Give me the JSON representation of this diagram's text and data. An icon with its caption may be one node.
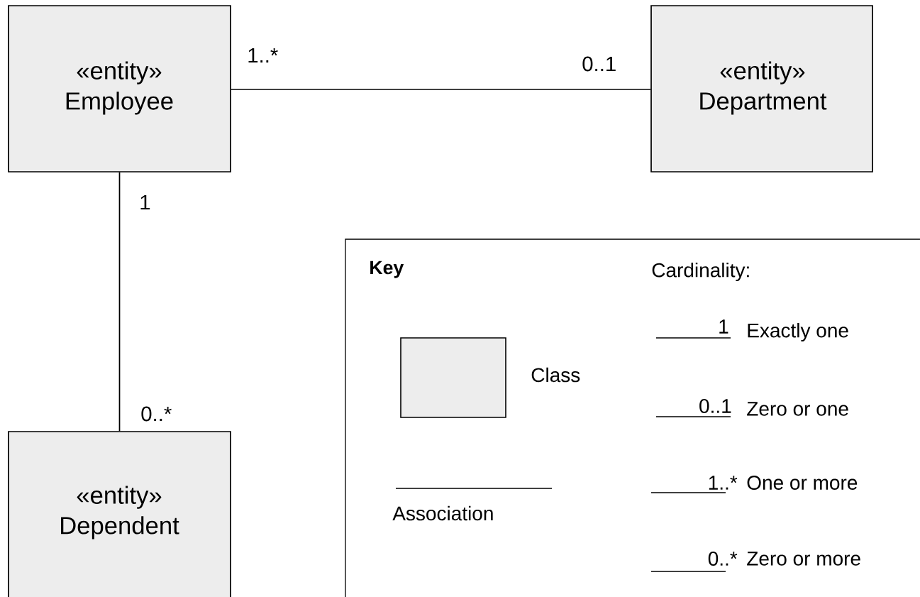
{
  "diagram": {
    "nodes": [
      {
        "text": [
          "«entity»",
          "Employee"
        ]
      },
      {
        "text": [
          "«entity»",
          "Department"
        ]
      },
      {
        "text": [
          "«entity»",
          "Dependent"
        ]
      },
      {
        "text": [
          "Key"
        ]
      },
      {
        "text": [],
        "shape": "box",
        "in": 3
      }
    ],
    "edges": [
      {
        "from": 0,
        "to": 1,
        "arrow": "none"
      },
      {
        "from": 0,
        "to": 2,
        "arrow": "none"
      }
    ],
    "labels": [
      "1..*",
      "0..1",
      "1",
      "0..*",
      "Cardinality:",
      "1",
      "Exactly one",
      "0..1",
      "Zero or one",
      "1..*",
      "One or more",
      "0..*",
      "Zero or more"
    ],
    "legend": [
      {
        "text": "Class"
      },
      {
        "text": "Association"
      }
    ]
  }
}
